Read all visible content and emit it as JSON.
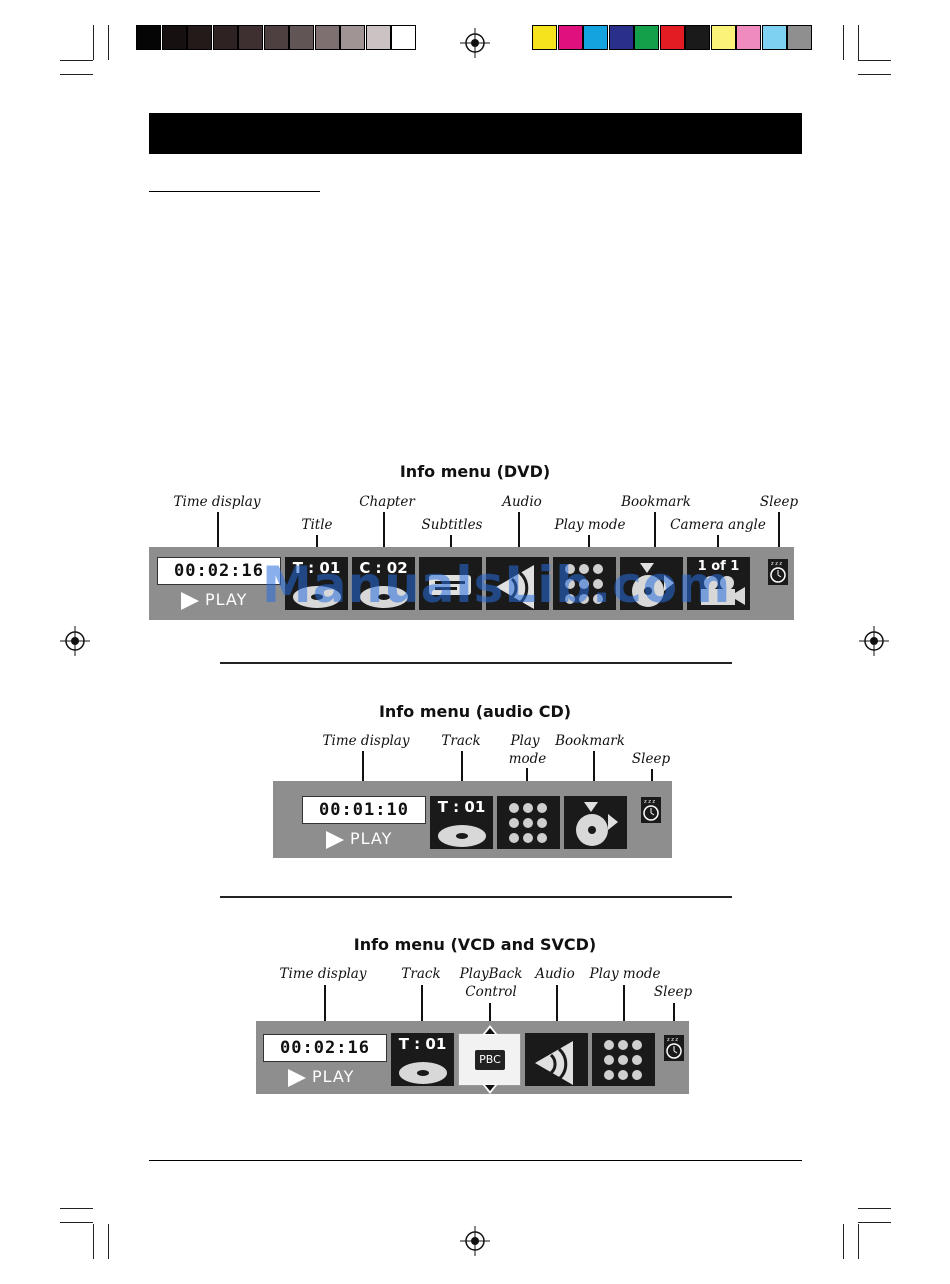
{
  "colors": {
    "grayscale": [
      "#050505",
      "#161010",
      "#241a1a",
      "#2e2222",
      "#3e3030",
      "#4e4040",
      "#625555",
      "#7e7070",
      "#a09494",
      "#cbc3c3",
      "#ffffff"
    ],
    "process": [
      "#f6e21d",
      "#e0117f",
      "#15a3e0",
      "#2b2f8c",
      "#14a04a",
      "#e31b23",
      "#1a1a1a",
      "#fbf27a",
      "#ef8bbf",
      "#7fd1f2",
      "#8f8f8f"
    ],
    "accent": "#000000",
    "bar_gray": "#8e8e8e"
  },
  "dvd": {
    "title": "Info menu (DVD)",
    "labels": {
      "time_display": "Time display",
      "title": "Title",
      "chapter": "Chapter",
      "subtitles": "Subtitles",
      "audio": "Audio",
      "play_mode": "Play mode",
      "bookmark": "Bookmark",
      "camera_angle": "Camera angle",
      "sleep": "Sleep"
    },
    "time": "00:02:16",
    "status": "PLAY",
    "title_value": "T : 01",
    "chapter_value": "C : 02",
    "angle_value": "1 of 1"
  },
  "cd": {
    "title": "Info menu (audio CD)",
    "labels": {
      "time_display": "Time display",
      "track": "Track",
      "play": "Play",
      "mode": "mode",
      "bookmark": "Bookmark",
      "sleep": "Sleep"
    },
    "time": "00:01:10",
    "status": "PLAY",
    "track_value": "T : 01"
  },
  "vcd": {
    "title": "Info menu (VCD and SVCD)",
    "labels": {
      "time_display": "Time display",
      "track": "Track",
      "playback": "PlayBack",
      "control": "Control",
      "audio": "Audio",
      "play_mode": "Play mode",
      "sleep": "Sleep"
    },
    "time": "00:02:16",
    "status": "PLAY",
    "track_value": "T : 01",
    "pbc": "PBC"
  },
  "watermark": "ManualsLib.com"
}
